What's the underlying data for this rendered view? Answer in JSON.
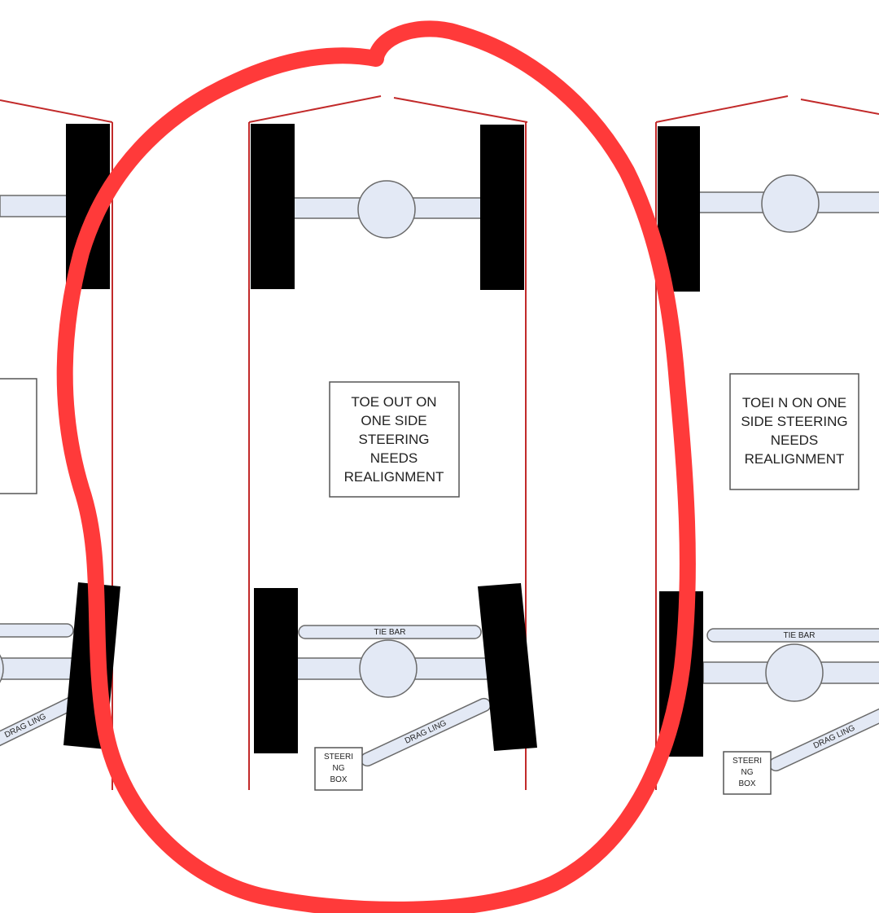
{
  "panels": {
    "middle": {
      "caption": [
        "TOE OUT ON",
        "ONE SIDE",
        "STEERING",
        "NEEDS",
        "REALIGNMENT"
      ],
      "tie_bar": "TIE BAR",
      "drag_link": "DRAG LING",
      "steering_box": [
        "STEERI",
        "NG",
        "BOX"
      ]
    },
    "right": {
      "caption": [
        "TOEI N ON ONE",
        "SIDE STEERING",
        "NEEDS",
        "REALIGNMENT"
      ],
      "tie_bar": "TIE BAR",
      "drag_link": "DRAG LING",
      "steering_box": [
        "STEERI",
        "NG",
        "BOX"
      ]
    },
    "left": {
      "drag_link": "DRAG LING"
    }
  },
  "colors": {
    "frame": "#c22a2a",
    "tire": "#000000",
    "axle_fill": "#e3e9f5",
    "axle_stroke": "#6a6a6a",
    "annotation": "#ff3a3a"
  },
  "annotation": "red freehand circle around middle diagram"
}
